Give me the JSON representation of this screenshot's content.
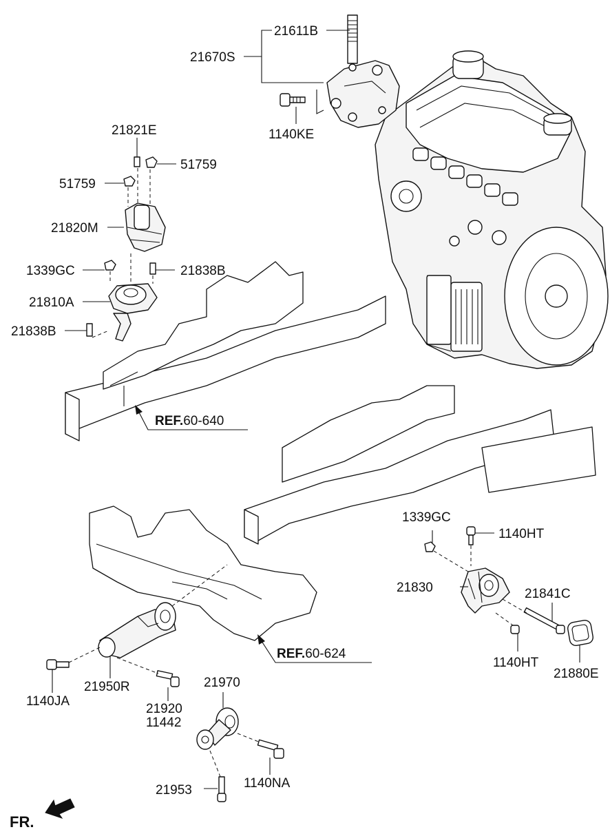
{
  "labels": {
    "p21611B": "21611B",
    "p21670S": "21670S",
    "p1140KE": "1140KE",
    "p21821E": "21821E",
    "p51759_right": "51759",
    "p51759_left": "51759",
    "p21820M": "21820M",
    "p1339GC_top": "1339GC",
    "p21838B_top": "21838B",
    "p21810A": "21810A",
    "p21838B_bottom": "21838B",
    "p1339GC_right": "1339GC",
    "p1140HT_top": "1140HT",
    "p21830": "21830",
    "p21841C": "21841C",
    "p1140HT_bottom": "1140HT",
    "p21880E": "21880E",
    "p1140JA": "1140JA",
    "p21950R": "21950R",
    "p21920": "21920",
    "p11442": "11442",
    "p21970": "21970",
    "p21953": "21953",
    "p1140NA": "1140NA"
  },
  "refs": {
    "ref1_prefix": "REF.",
    "ref1_code": "60-640",
    "ref2_prefix": "REF.",
    "ref2_code": "60-624"
  },
  "direction": {
    "label": "FR."
  }
}
